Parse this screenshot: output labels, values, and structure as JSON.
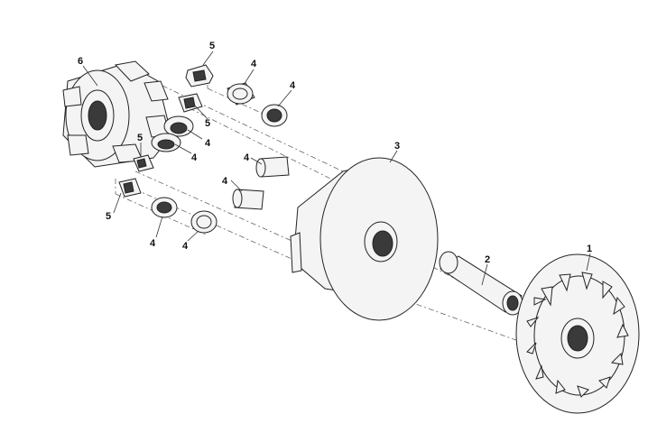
{
  "diagram": {
    "callouts": [
      {
        "id": "c1",
        "text": "1"
      },
      {
        "id": "c2",
        "text": "2"
      },
      {
        "id": "c3",
        "text": "3"
      },
      {
        "id": "c4a",
        "text": "4"
      },
      {
        "id": "c4b",
        "text": "4"
      },
      {
        "id": "c4c",
        "text": "4"
      },
      {
        "id": "c4d",
        "text": "4"
      },
      {
        "id": "c4e",
        "text": "4"
      },
      {
        "id": "c4f",
        "text": "4"
      },
      {
        "id": "c4g",
        "text": "4"
      },
      {
        "id": "c4h",
        "text": "4"
      },
      {
        "id": "c5a",
        "text": "5"
      },
      {
        "id": "c5b",
        "text": "5"
      },
      {
        "id": "c5c",
        "text": "5"
      },
      {
        "id": "c5d",
        "text": "5"
      },
      {
        "id": "c6",
        "text": "6"
      }
    ]
  }
}
